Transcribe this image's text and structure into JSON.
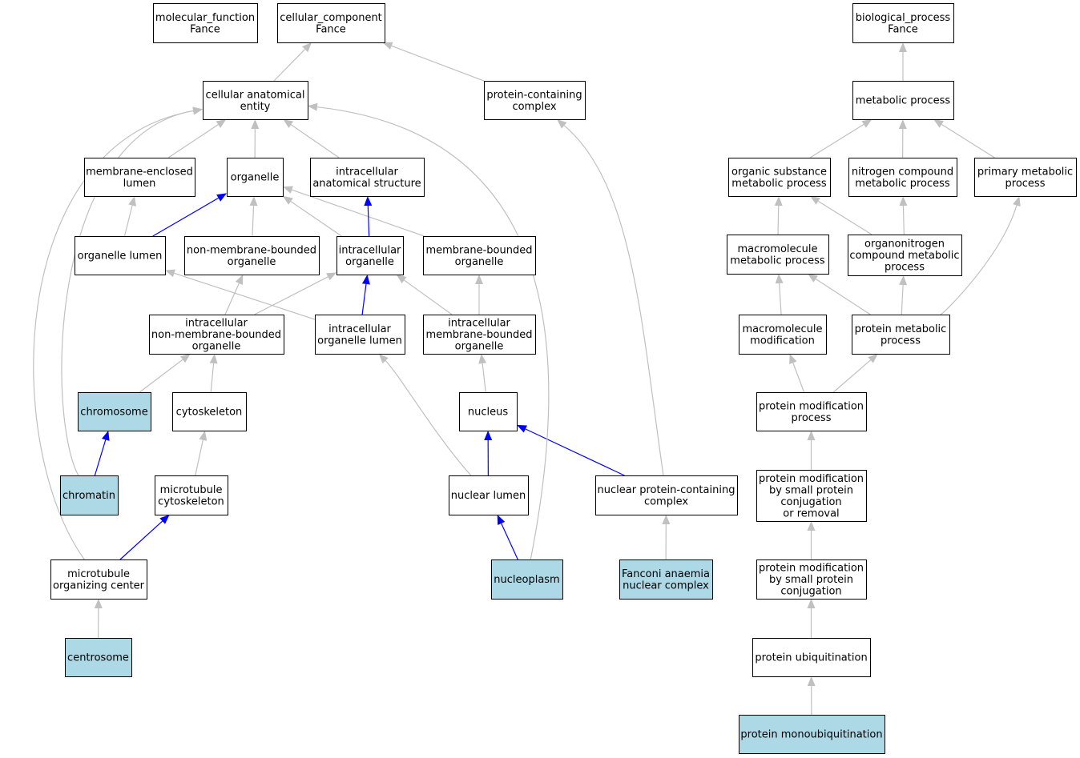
{
  "colors": {
    "highlight": "#add8e6",
    "edge_gray": "#c0c0c0",
    "edge_blue": "#0000ff",
    "border": "#000000"
  },
  "nodes": {
    "mf_root": {
      "lines": [
        "molecular_function",
        "Fance"
      ],
      "highlight": false
    },
    "cc_root": {
      "lines": [
        "cellular_component",
        "Fance"
      ],
      "highlight": false
    },
    "bp_root": {
      "lines": [
        "biological_process",
        "Fance"
      ],
      "highlight": false
    },
    "cae": {
      "lines": [
        "cellular anatomical",
        "entity"
      ],
      "highlight": false
    },
    "pcc": {
      "lines": [
        "protein-containing",
        "complex"
      ],
      "highlight": false
    },
    "mel": {
      "lines": [
        "membrane-enclosed",
        "lumen"
      ],
      "highlight": false
    },
    "organelle": {
      "lines": [
        "organelle"
      ],
      "highlight": false
    },
    "ias": {
      "lines": [
        "intracellular",
        "anatomical structure"
      ],
      "highlight": false
    },
    "orglumen": {
      "lines": [
        "organelle lumen"
      ],
      "highlight": false
    },
    "nmbo": {
      "lines": [
        "non-membrane-bounded",
        "organelle"
      ],
      "highlight": false
    },
    "io": {
      "lines": [
        "intracellular",
        "organelle"
      ],
      "highlight": false
    },
    "mbo": {
      "lines": [
        "membrane-bounded",
        "organelle"
      ],
      "highlight": false
    },
    "inmbo": {
      "lines": [
        "intracellular",
        "non-membrane-bounded",
        "organelle"
      ],
      "highlight": false
    },
    "iol": {
      "lines": [
        "intracellular",
        "organelle lumen"
      ],
      "highlight": false
    },
    "imbo": {
      "lines": [
        "intracellular",
        "membrane-bounded",
        "organelle"
      ],
      "highlight": false
    },
    "chromosome": {
      "lines": [
        "chromosome"
      ],
      "highlight": true
    },
    "cytoskeleton": {
      "lines": [
        "cytoskeleton"
      ],
      "highlight": false
    },
    "nucleus": {
      "lines": [
        "nucleus"
      ],
      "highlight": false
    },
    "chromatin": {
      "lines": [
        "chromatin"
      ],
      "highlight": true
    },
    "mtcyto": {
      "lines": [
        "microtubule",
        "cytoskeleton"
      ],
      "highlight": false
    },
    "nuclumen": {
      "lines": [
        "nuclear lumen"
      ],
      "highlight": false
    },
    "npcc": {
      "lines": [
        "nuclear protein-containing",
        "complex"
      ],
      "highlight": false
    },
    "mtoc": {
      "lines": [
        "microtubule",
        "organizing center"
      ],
      "highlight": false
    },
    "nucleoplasm": {
      "lines": [
        "nucleoplasm"
      ],
      "highlight": true
    },
    "fanc": {
      "lines": [
        "Fanconi anaemia",
        "nuclear complex"
      ],
      "highlight": true
    },
    "centrosome": {
      "lines": [
        "centrosome"
      ],
      "highlight": true
    },
    "metab": {
      "lines": [
        "metabolic process"
      ],
      "highlight": false
    },
    "osmp": {
      "lines": [
        "organic substance",
        "metabolic process"
      ],
      "highlight": false
    },
    "ncmp": {
      "lines": [
        "nitrogen compound",
        "metabolic process"
      ],
      "highlight": false
    },
    "pmp": {
      "lines": [
        "primary metabolic",
        "process"
      ],
      "highlight": false
    },
    "mmp": {
      "lines": [
        "macromolecule",
        "metabolic process"
      ],
      "highlight": false
    },
    "oncmp": {
      "lines": [
        "organonitrogen",
        "compound metabolic",
        "process"
      ],
      "highlight": false
    },
    "mmod": {
      "lines": [
        "macromolecule",
        "modification"
      ],
      "highlight": false
    },
    "protmp": {
      "lines": [
        "protein metabolic",
        "process"
      ],
      "highlight": false
    },
    "pmod": {
      "lines": [
        "protein modification",
        "process"
      ],
      "highlight": false
    },
    "pmsp": {
      "lines": [
        "protein modification",
        "by small protein",
        "conjugation",
        "or removal"
      ],
      "highlight": false
    },
    "pmspc": {
      "lines": [
        "protein modification",
        "by small protein",
        "conjugation"
      ],
      "highlight": false
    },
    "pubi": {
      "lines": [
        "protein ubiquitination"
      ],
      "highlight": false
    },
    "pmonoubi": {
      "lines": [
        "protein monoubiquitination"
      ],
      "highlight": true
    }
  },
  "edges": [
    {
      "from": "cae",
      "to": "cc_root",
      "style": "gray"
    },
    {
      "from": "pcc",
      "to": "cc_root",
      "style": "gray"
    },
    {
      "from": "mel",
      "to": "cae",
      "style": "gray"
    },
    {
      "from": "organelle",
      "to": "cae",
      "style": "gray"
    },
    {
      "from": "ias",
      "to": "cae",
      "style": "gray"
    },
    {
      "from": "orglumen",
      "to": "mel",
      "style": "gray"
    },
    {
      "from": "orglumen",
      "to": "organelle",
      "style": "blue"
    },
    {
      "from": "nmbo",
      "to": "organelle",
      "style": "gray"
    },
    {
      "from": "io",
      "to": "organelle",
      "style": "gray"
    },
    {
      "from": "mbo",
      "to": "organelle",
      "style": "gray"
    },
    {
      "from": "io",
      "to": "ias",
      "style": "blue"
    },
    {
      "from": "inmbo",
      "to": "nmbo",
      "style": "gray"
    },
    {
      "from": "inmbo",
      "to": "io",
      "style": "gray"
    },
    {
      "from": "iol",
      "to": "io",
      "style": "blue"
    },
    {
      "from": "iol",
      "to": "orglumen",
      "style": "gray"
    },
    {
      "from": "imbo",
      "to": "io",
      "style": "gray"
    },
    {
      "from": "imbo",
      "to": "mbo",
      "style": "gray"
    },
    {
      "from": "chromosome",
      "to": "inmbo",
      "style": "gray"
    },
    {
      "from": "cytoskeleton",
      "to": "inmbo",
      "style": "gray"
    },
    {
      "from": "nucleus",
      "to": "imbo",
      "style": "gray"
    },
    {
      "from": "chromatin",
      "to": "chromosome",
      "style": "blue"
    },
    {
      "from": "chromatin",
      "to": "cae",
      "style": "gray"
    },
    {
      "from": "mtcyto",
      "to": "cytoskeleton",
      "style": "gray"
    },
    {
      "from": "nuclumen",
      "to": "nucleus",
      "style": "blue"
    },
    {
      "from": "nuclumen",
      "to": "iol",
      "style": "gray"
    },
    {
      "from": "npcc",
      "to": "nucleus",
      "style": "blue"
    },
    {
      "from": "npcc",
      "to": "pcc",
      "style": "gray"
    },
    {
      "from": "mtoc",
      "to": "mtcyto",
      "style": "blue"
    },
    {
      "from": "mtoc",
      "to": "cae",
      "style": "gray"
    },
    {
      "from": "nucleoplasm",
      "to": "nuclumen",
      "style": "blue"
    },
    {
      "from": "nucleoplasm",
      "to": "cae",
      "style": "gray"
    },
    {
      "from": "fanc",
      "to": "npcc",
      "style": "gray"
    },
    {
      "from": "centrosome",
      "to": "mtoc",
      "style": "gray"
    },
    {
      "from": "metab",
      "to": "bp_root",
      "style": "gray"
    },
    {
      "from": "osmp",
      "to": "metab",
      "style": "gray"
    },
    {
      "from": "ncmp",
      "to": "metab",
      "style": "gray"
    },
    {
      "from": "pmp",
      "to": "metab",
      "style": "gray"
    },
    {
      "from": "mmp",
      "to": "osmp",
      "style": "gray"
    },
    {
      "from": "oncmp",
      "to": "osmp",
      "style": "gray"
    },
    {
      "from": "oncmp",
      "to": "ncmp",
      "style": "gray"
    },
    {
      "from": "mmod",
      "to": "mmp",
      "style": "gray"
    },
    {
      "from": "protmp",
      "to": "mmp",
      "style": "gray"
    },
    {
      "from": "protmp",
      "to": "oncmp",
      "style": "gray"
    },
    {
      "from": "protmp",
      "to": "pmp",
      "style": "gray"
    },
    {
      "from": "pmod",
      "to": "mmod",
      "style": "gray"
    },
    {
      "from": "pmod",
      "to": "protmp",
      "style": "gray"
    },
    {
      "from": "pmsp",
      "to": "pmod",
      "style": "gray"
    },
    {
      "from": "pmspc",
      "to": "pmsp",
      "style": "gray"
    },
    {
      "from": "pubi",
      "to": "pmspc",
      "style": "gray"
    },
    {
      "from": "pmonoubi",
      "to": "pubi",
      "style": "gray"
    }
  ]
}
